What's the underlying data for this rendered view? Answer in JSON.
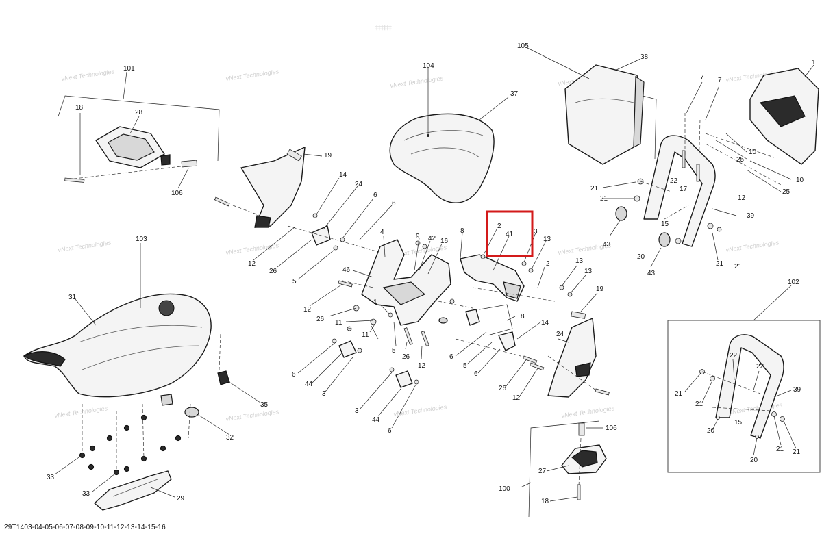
{
  "diagram_code": "29T1403-04-05-06-07-08-09-10-11-12-13-14-15-16",
  "watermark": {
    "line1": "vNext",
    "line2": "Technologies",
    "single": "vNext Technologies"
  },
  "highlight_color": "#d31a1a",
  "callouts": {
    "c101": "101",
    "c18a": "18",
    "c28": "28",
    "c106a": "106",
    "c19a": "19",
    "c104": "104",
    "c37": "37",
    "c105": "105",
    "c38": "38",
    "c1top": "1",
    "c7a": "7",
    "c7b": "7",
    "c10a": "10",
    "c10b": "10",
    "c25a": "25",
    "c25b": "25",
    "c14a": "14",
    "c24a": "24",
    "c6a": "6",
    "c6b": "6",
    "c12a": "12",
    "c26a": "26",
    "c5a": "5",
    "c103": "103",
    "c31": "31",
    "c4": "4",
    "c46": "46",
    "c9": "9",
    "c42": "42",
    "c16": "16",
    "c8a": "8",
    "c2a": "2",
    "c41": "41",
    "c3a": "3",
    "c13a": "13",
    "c21a": "21",
    "c21b": "21",
    "c22a": "22",
    "c17": "17",
    "c12b": "12",
    "c15a": "15",
    "c39a": "39",
    "c43a": "43",
    "c20a": "20",
    "c43b": "43",
    "c21c": "21",
    "c21d": "21",
    "c12c": "12",
    "c26b": "26",
    "c11a": "11",
    "c11b": "11",
    "c5b": "5",
    "c1a": "1",
    "c5c": "5",
    "c26c": "26",
    "c12d": "12",
    "c13b": "13",
    "c2b": "2",
    "c13c": "13",
    "c19b": "19",
    "c8b": "8",
    "c14b": "14",
    "c6c": "6",
    "c5d": "5",
    "c6d": "6",
    "c24b": "24",
    "c26d": "26",
    "c12e": "12",
    "c6e": "6",
    "c44a": "44",
    "c3b": "3",
    "c3c": "3",
    "c44b": "44",
    "c6f": "6",
    "c35": "35",
    "c32": "32",
    "c33a": "33",
    "c33b": "33",
    "c29": "29",
    "c106b": "106",
    "c27": "27",
    "c100": "100",
    "c18b": "18",
    "c102": "102",
    "c22b": "22",
    "c22c": "22",
    "c39b": "39",
    "c21e": "21",
    "c21f": "21",
    "c15b": "15",
    "c20b": "20",
    "c20c": "20",
    "c21g": "21",
    "c21h": "21"
  }
}
